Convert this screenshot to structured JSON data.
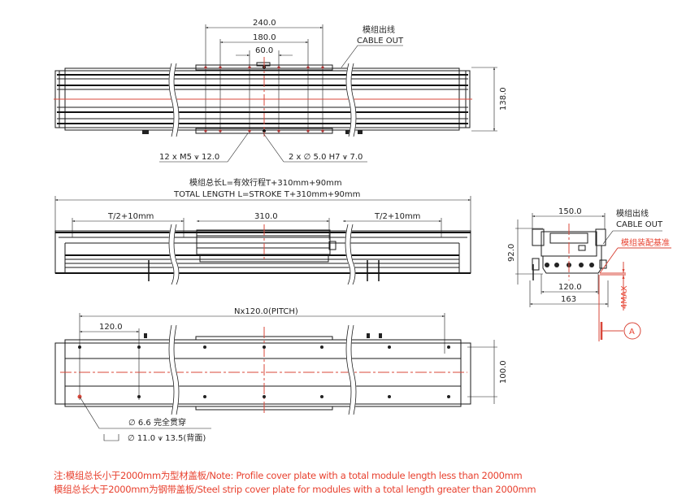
{
  "top_view": {
    "dim_240": "240.0",
    "dim_180": "180.0",
    "dim_60": "60.0",
    "dim_height": "138.0",
    "cable_out_cn": "模组出线",
    "cable_out_en": "CABLE OUT",
    "callout_left": "12 x M5 ⩛ 12.0",
    "callout_right": "2 x ∅ 5.0 H7 ⩛ 7.0"
  },
  "side_view": {
    "total_length_cn": "模组总长L=有效行程T+310mm+90mm",
    "total_length_en": "TOTAL LENGTH L=STROKE T+310mm+90mm",
    "dim_left": "T/2+10mm",
    "dim_center": "310.0",
    "dim_right": "T/2+10mm"
  },
  "end_view": {
    "dim_width": "150.0",
    "dim_height": "92.0",
    "dim_120": "120.0",
    "dim_163": "163",
    "dim_4max": "4MAX",
    "cable_out_cn": "模组出线",
    "cable_out_en": "CABLE OUT",
    "assembly_ref_cn": "模组装配基准",
    "datum_label": "A"
  },
  "bottom_view": {
    "dim_pitch": "Nx120.0(PITCH)",
    "dim_120": "120.0",
    "dim_height": "100.0",
    "hole_through": "∅ 6.6 完全贯穿",
    "hole_counterbore": "∅ 11.0 ⩛ 13.5(背面)"
  },
  "notes": [
    "注:模组总长小于2000mm为型材盖板/Note: Profile cover plate with a total module length less than 2000mm",
    "模组总长大于2000mm为钢带盖板/Steel strip cover plate for modules with a total length greater than 2000mm"
  ],
  "colors": {
    "line": "#1a1a1a",
    "centerline": "#d9473a",
    "note_text": "#e8412f"
  }
}
